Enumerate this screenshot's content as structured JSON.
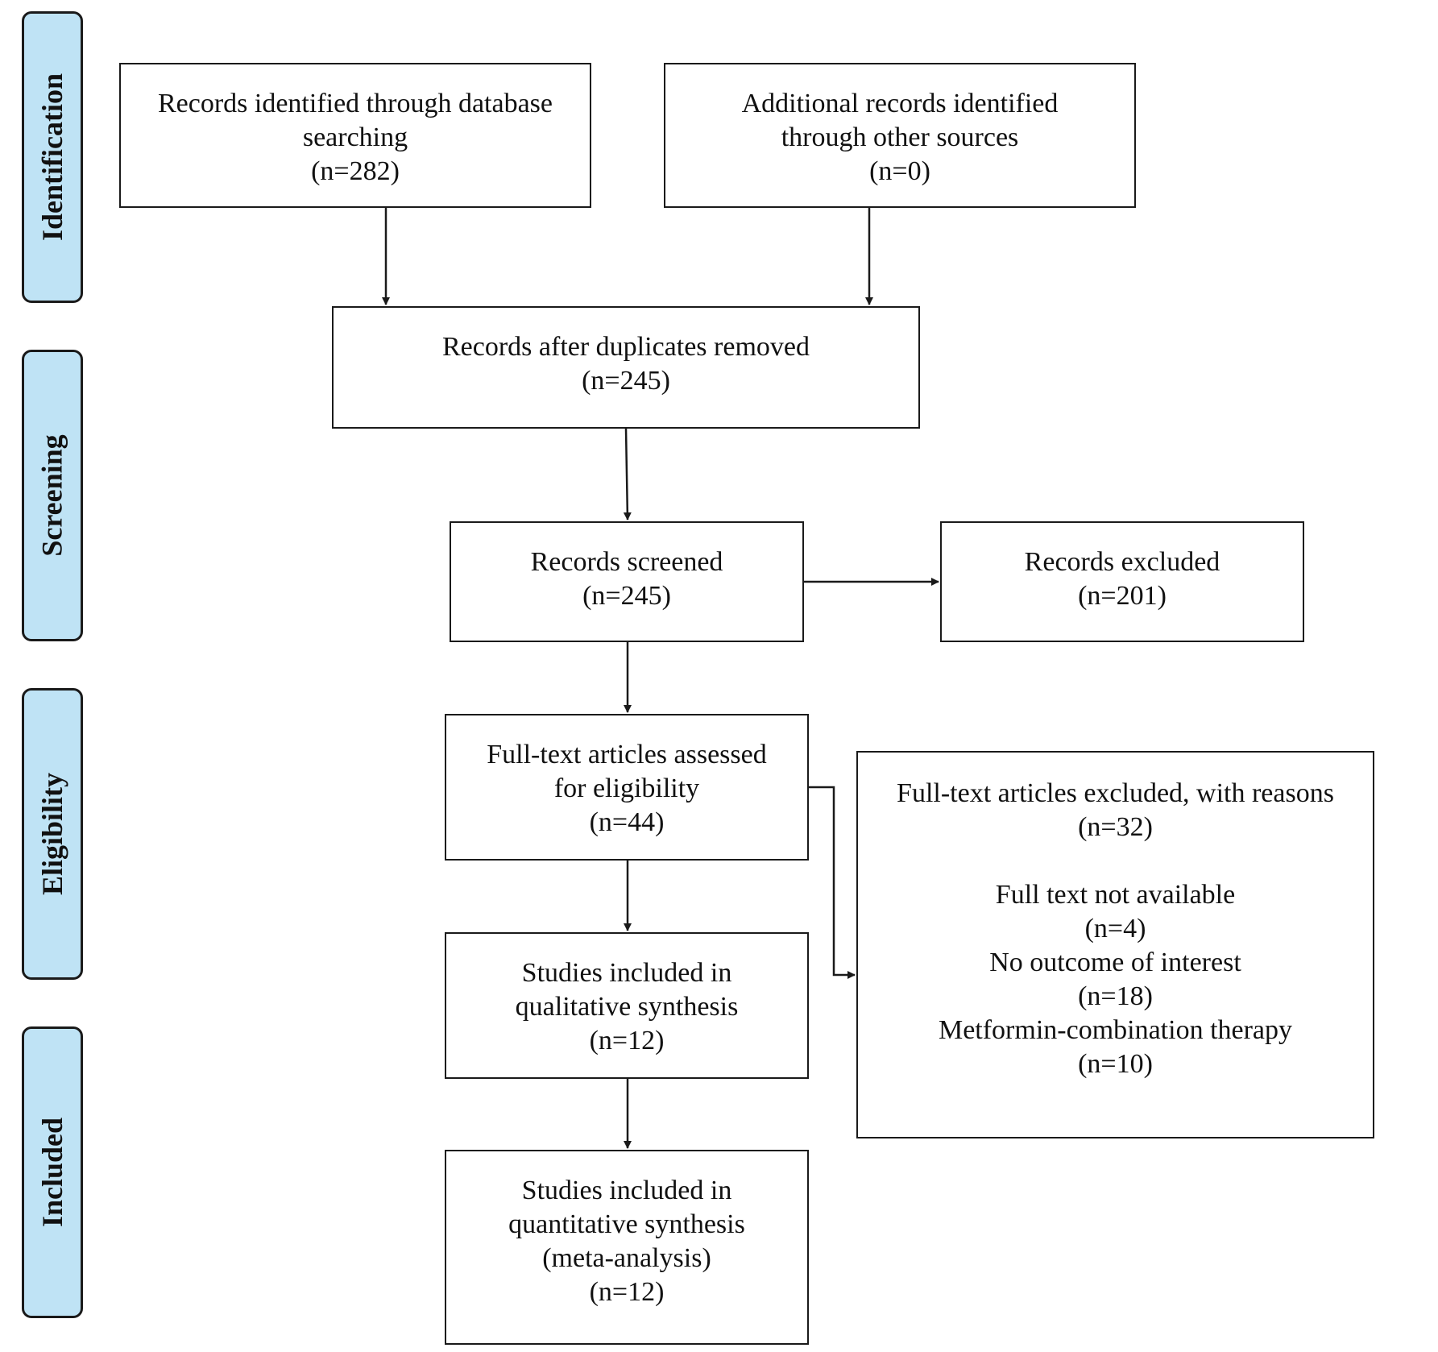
{
  "stages": {
    "identification": "Identification",
    "screening": "Screening",
    "eligibility": "Eligibility",
    "included": "Included"
  },
  "boxes": {
    "db_search": {
      "lines": [
        "Records identified through database",
        "searching",
        "(n=282)"
      ]
    },
    "other_sources": {
      "lines": [
        "Additional records identified",
        "through other sources",
        "(n=0)"
      ]
    },
    "duplicates_removed": {
      "lines": [
        "Records after duplicates removed",
        "(n=245)"
      ]
    },
    "screened": {
      "lines": [
        "Records screened",
        "(n=245)"
      ]
    },
    "excluded": {
      "lines": [
        "Records excluded",
        "(n=201)"
      ]
    },
    "full_text_assessed": {
      "lines": [
        "Full-text articles assessed",
        "for eligibility",
        "(n=44)"
      ]
    },
    "full_text_excluded": {
      "lines": [
        "Full-text articles excluded, with reasons",
        "(n=32)",
        "Full text not available",
        "(n=4)",
        "No outcome of interest",
        "(n=18)",
        "Metformin-combination therapy",
        "(n=10)"
      ]
    },
    "qualitative": {
      "lines": [
        "Studies included in",
        "qualitative synthesis",
        "(n=12)"
      ]
    },
    "quantitative": {
      "lines": [
        "Studies included in",
        "quantitative synthesis",
        "(meta-analysis)",
        "(n=12)"
      ]
    }
  },
  "colors": {
    "stage_fill": "#bfe3f5",
    "line": "#1a1a1a"
  }
}
